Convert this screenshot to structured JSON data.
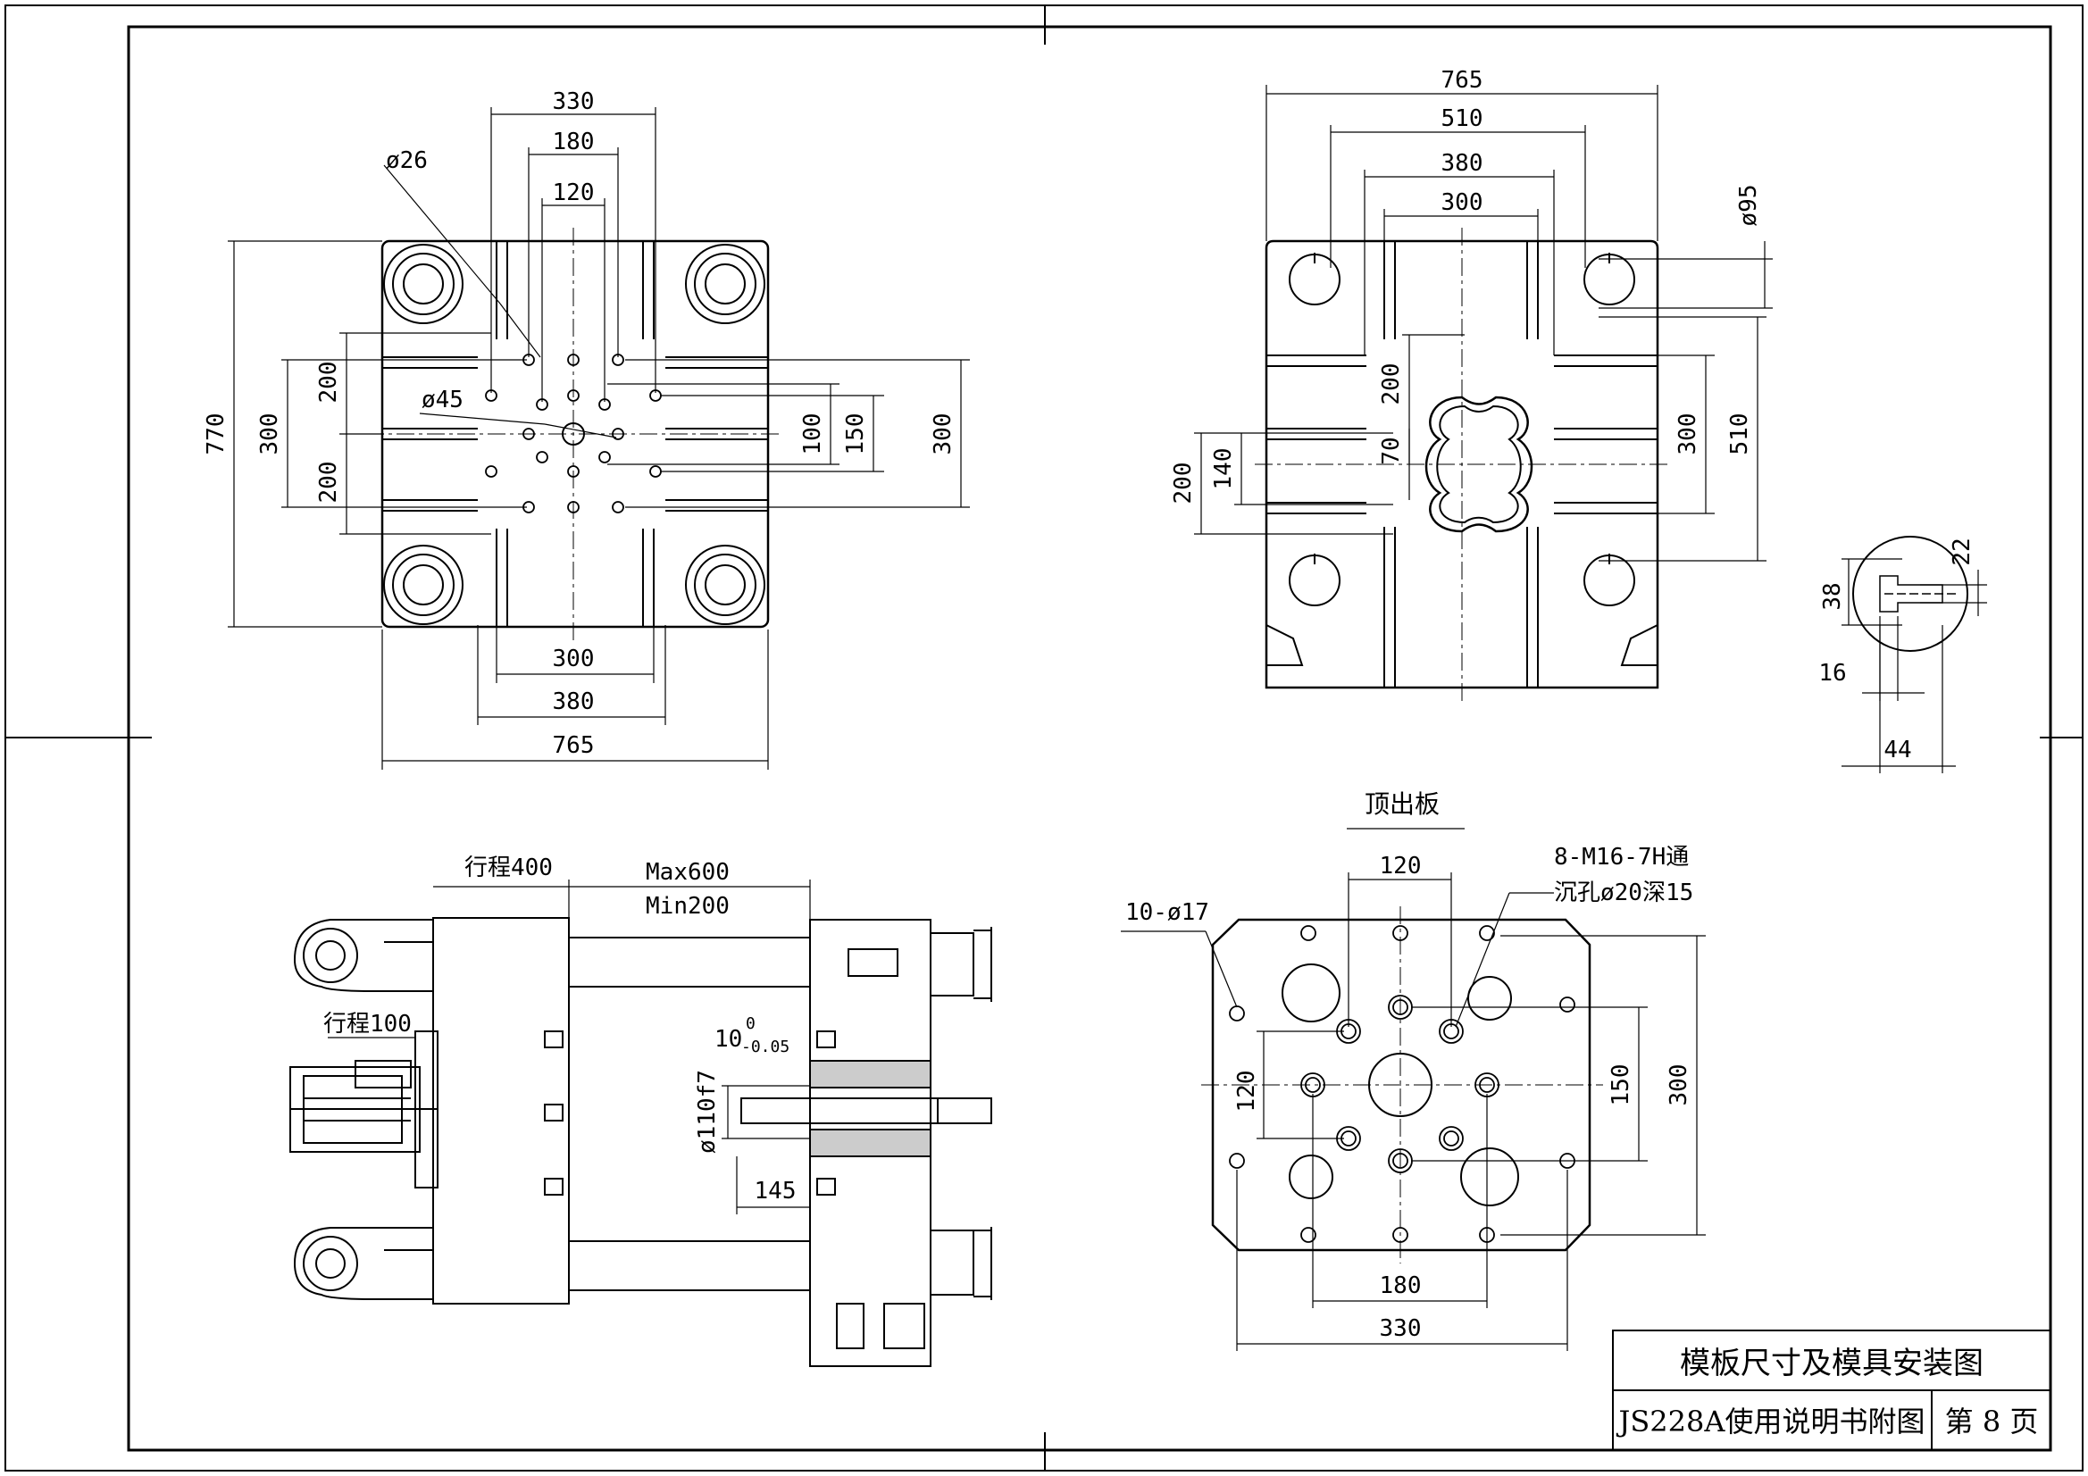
{
  "title_block": {
    "title": "模板尺寸及模具安装图",
    "subtitle": "JS228A使用说明书附图",
    "page": "第 8 页"
  },
  "fixed_platen": {
    "width": "765",
    "w510": "510",
    "w380": "380",
    "w300": "300",
    "d95": "ø95",
    "v200": "200",
    "v70": "70",
    "v300": "300",
    "v510": "510",
    "v200b": "200",
    "v140": "140"
  },
  "detail": {
    "d22": "22",
    "d38": "38",
    "d16": "16",
    "d44": "44"
  },
  "moving_platen": {
    "w330": "330",
    "w180": "180",
    "w120": "120",
    "d26": "ø26",
    "d45": "ø45",
    "h770": "770",
    "h300": "300",
    "h200a": "200",
    "h200b": "200",
    "v100": "100",
    "v150": "150",
    "v300": "300",
    "b300": "300",
    "b380": "380",
    "b765": "765"
  },
  "side_view": {
    "stroke400": "行程400",
    "max": "Max600",
    "min": "Min200",
    "stroke100": "行程100",
    "tol": "10",
    "tol_up": "0",
    "tol_dn": "-0.05",
    "dia": "ø110f7",
    "d145": "145"
  },
  "ejector_plate": {
    "label": "顶出板",
    "note1": "8-M16-7H通",
    "note2": "沉孔ø20深15",
    "holes": "10-ø17",
    "w120": "120",
    "v120": "120",
    "v150": "150",
    "v300": "300",
    "b180": "180",
    "b330": "330"
  }
}
